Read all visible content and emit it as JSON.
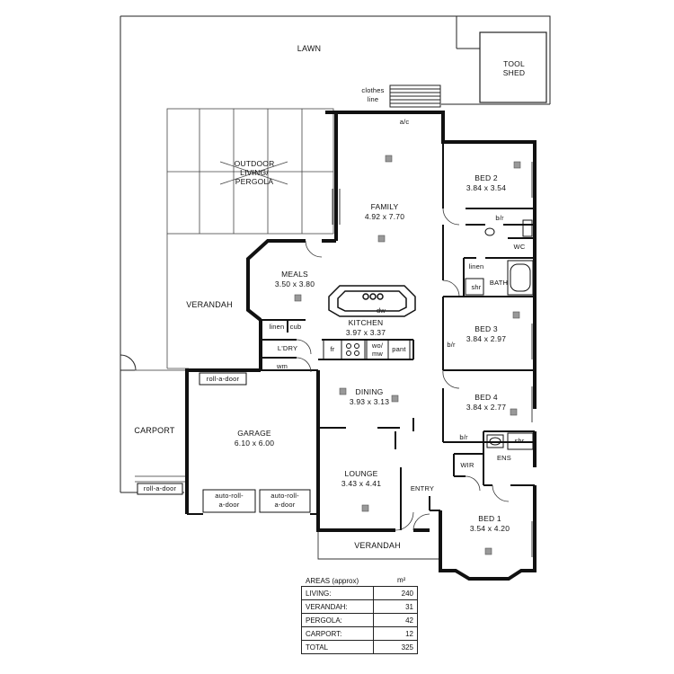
{
  "plan": {
    "outside": {
      "lawn": "LAWN",
      "tool_shed": [
        "TOOL",
        "SHED"
      ],
      "clothes_line": [
        "clothes",
        "line"
      ],
      "carport": "CARPORT"
    },
    "rooms": {
      "outdoor": [
        "OUTDOOR",
        "LIVING/",
        "PERGOLA"
      ],
      "family": [
        "FAMILY",
        "4.92 x 7.70"
      ],
      "bed2": [
        "BED 2",
        "3.84 x 3.54"
      ],
      "meals": [
        "MEALS",
        "3.50 x 3.80"
      ],
      "kitchen": [
        "KITCHEN",
        "3.97 x 3.37"
      ],
      "verandah_side": "VERANDAH",
      "bed3": [
        "BED 3",
        "3.84 x 2.97"
      ],
      "dining": [
        "DINING",
        "3.93 x 3.13"
      ],
      "bed4": [
        "BED 4",
        "3.84 x 2.77"
      ],
      "garage": [
        "GARAGE",
        "6.10 x 6.00"
      ],
      "lounge": [
        "LOUNGE",
        "3.43 x 4.41"
      ],
      "bed1": [
        "BED 1",
        "3.54 x 4.20"
      ],
      "verandah_front": "VERANDAH"
    },
    "small_labels": {
      "ac": "a/c",
      "blr_bed2": "b/r",
      "wc": "WC",
      "linen_bath": "linen",
      "shr_bath": "shr",
      "bath": "BATH",
      "dw": "dw",
      "linen_ldry": "linen",
      "cub": "cub",
      "ldry": "L'DRY",
      "wm": "wm",
      "fr": "fr",
      "wo_mw": [
        "wo/",
        "mw"
      ],
      "pant": "pant",
      "blr_bed3": "b/r",
      "blr_bed4": "b/r",
      "shr_ens": "shr",
      "ens": "ENS",
      "wir": "WIR",
      "entry": "ENTRY",
      "roll_a_door_garage": "roll-a-door",
      "roll_a_door_carport": "roll-a-door",
      "auto_roll_1": [
        "auto-roll-",
        "a-door"
      ],
      "auto_roll_2": [
        "auto-roll-",
        "a-door"
      ]
    }
  },
  "areas": {
    "title": "AREAS (approx)",
    "unit": "m²",
    "rows": [
      {
        "label": "LIVING:",
        "value": "240"
      },
      {
        "label": "VERANDAH:",
        "value": "31"
      },
      {
        "label": "PERGOLA:",
        "value": "42"
      },
      {
        "label": "CARPORT:",
        "value": "12"
      },
      {
        "label": "TOTAL",
        "value": "325"
      }
    ]
  }
}
